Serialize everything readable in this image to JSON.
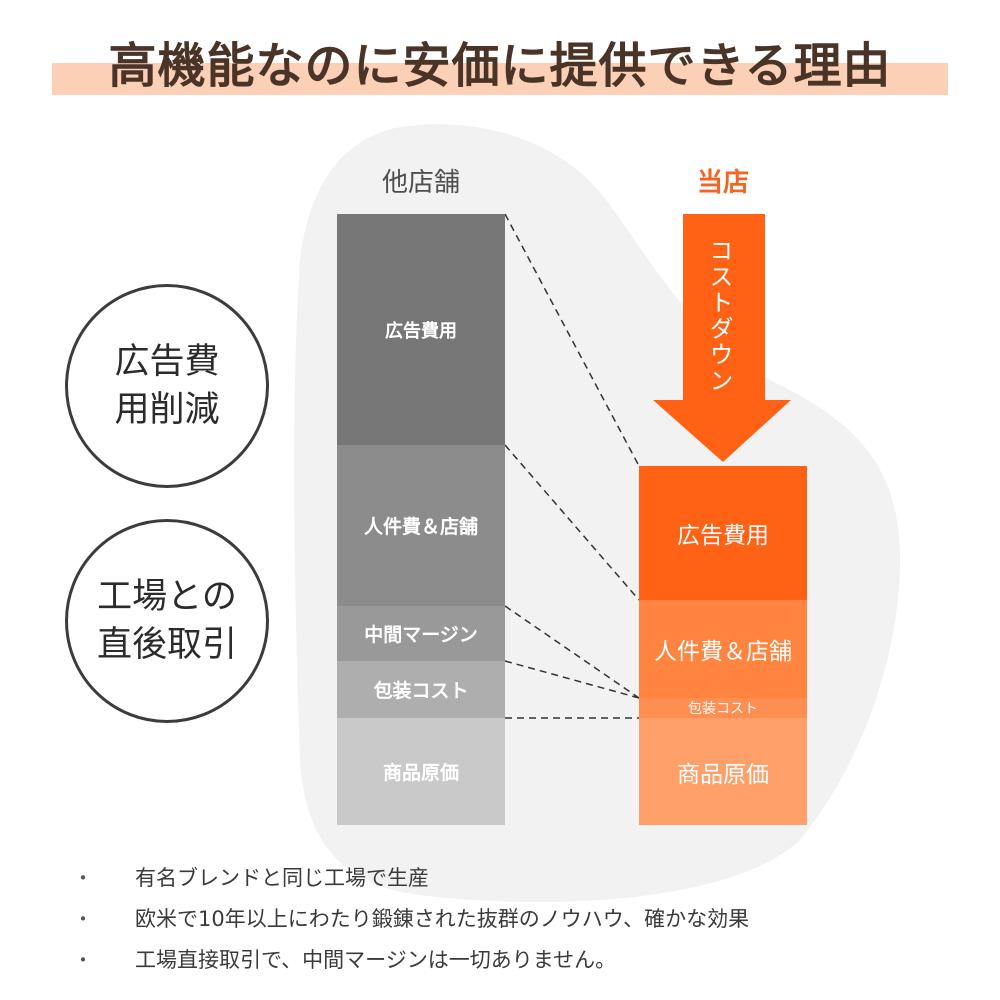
{
  "title": "高機能なのに安価に提供できる理由",
  "reasons": [
    [
      "広告費",
      "用削減"
    ],
    [
      "工場との",
      "直後取引"
    ]
  ],
  "other_store": {
    "heading": "他店舗",
    "segments": [
      "広告費用",
      "人件費＆店舗",
      "中間マージン",
      "包装コスト",
      "商品原価"
    ]
  },
  "our_store": {
    "heading": "当店",
    "arrow_label": "コストダウン",
    "segments": [
      "広告費用",
      "人件費＆店舗",
      "包装コスト",
      "商品原価"
    ]
  },
  "bullets": {
    "marker": "・",
    "items": [
      "有名ブレンドと同じ工場で生産",
      "欧米で10年以上にわたり鍛錬された抜群のノウハウ、確かな効果",
      "工場直接取引で、中間マージンは一切ありません。"
    ]
  },
  "colors": {
    "title_band": "#fcd0b6",
    "title_text": "#4a3427",
    "other_segments": [
      "#777777",
      "#8c8c8c",
      "#999999",
      "#aeaeae",
      "#c9c9c9"
    ],
    "our_segments": [
      "#ff6215",
      "#ff8440",
      "#ff8f50",
      "#ffa06b"
    ],
    "our_heading": "#f26522"
  }
}
